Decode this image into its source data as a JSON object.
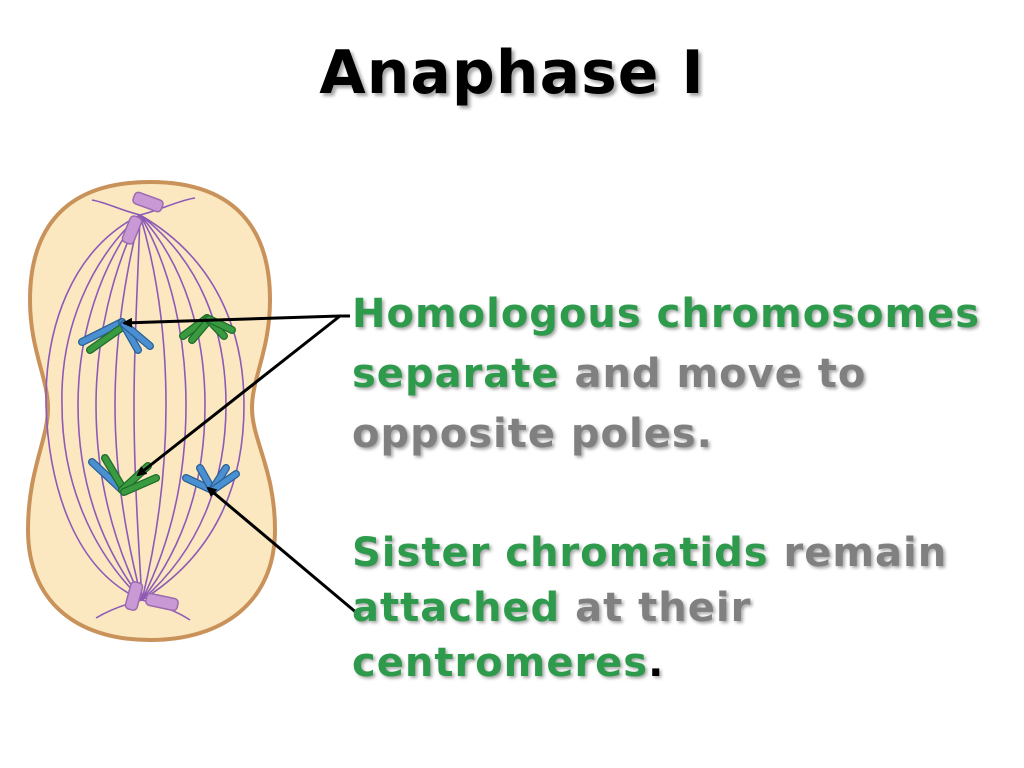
{
  "title": "Anaphase I",
  "colors": {
    "highlight": "#2e9a4c",
    "body_text": "#808080",
    "cell_fill": "#fbe8c0",
    "cell_outline": "#c9925a",
    "spindle": "#8e5ab8",
    "centriole": "#c999d6",
    "chromosome_blue": "#4a8fd0",
    "chromosome_green": "#3a9a3f"
  },
  "statement1": {
    "highlight_1": "Homologous chromosomes",
    "highlight_2": "separate",
    "rest_1": " and move to",
    "rest_2": "opposite poles."
  },
  "statement2": {
    "highlight_1": "Sister chromatids",
    "rest_1": " remain",
    "highlight_2": "attached",
    "rest_2": " at their",
    "highlight_3": "centromeres",
    "end": "."
  }
}
